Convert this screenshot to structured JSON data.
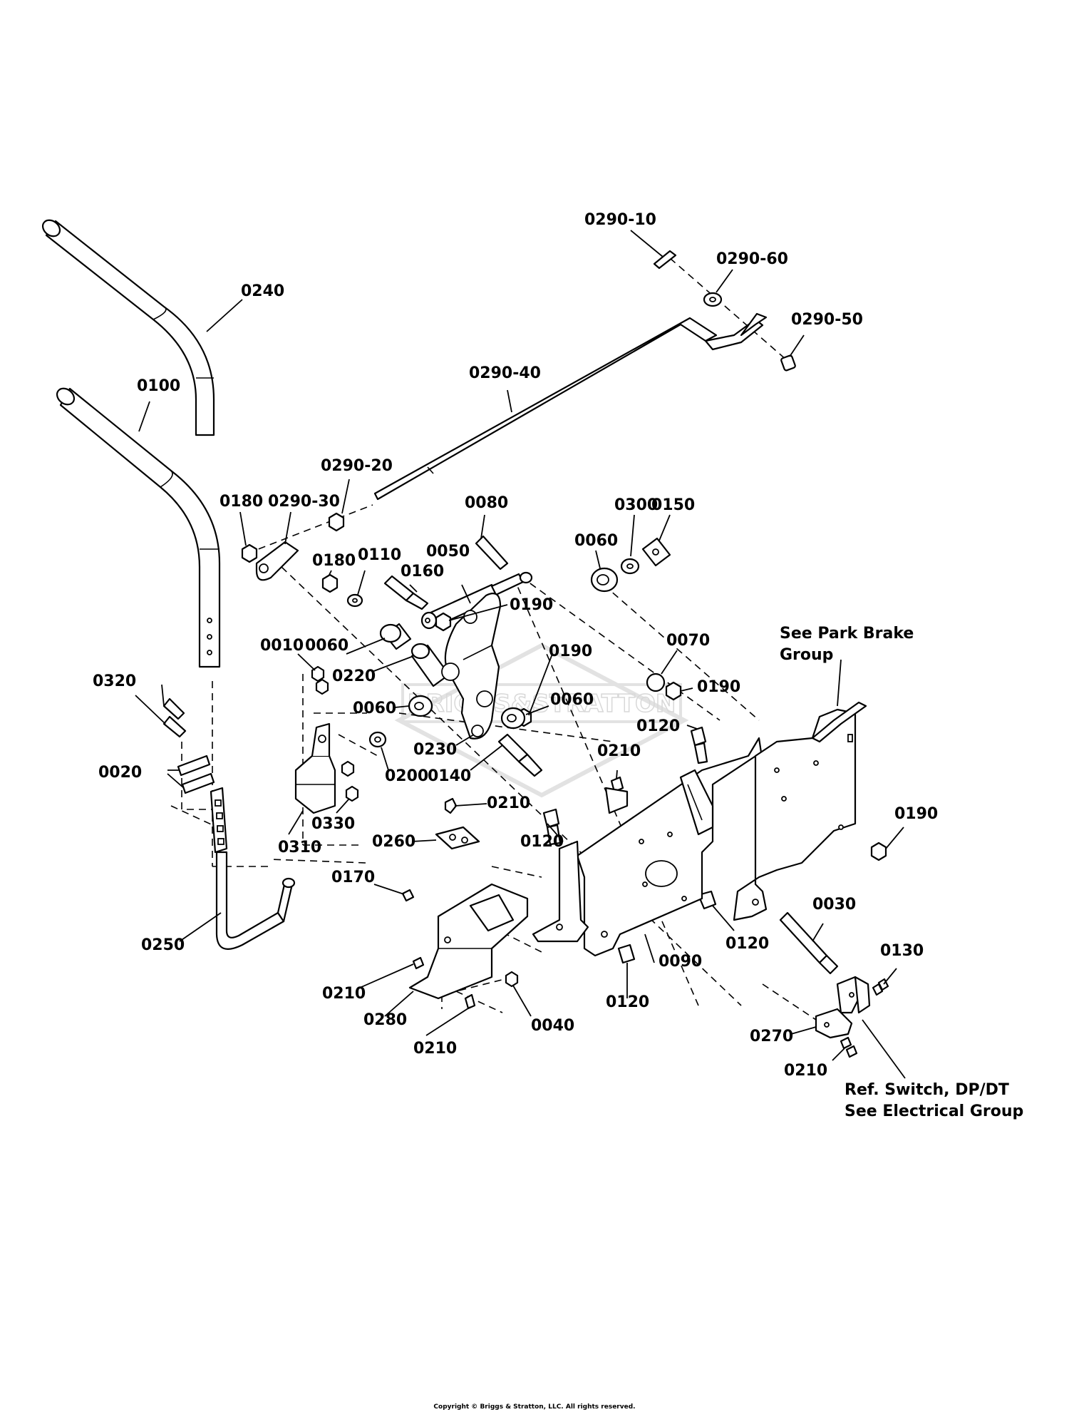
{
  "callouts": {
    "c0290_10": "0290-10",
    "c0290_60": "0290-60",
    "c0290_50": "0290-50",
    "c0290_40": "0290-40",
    "c0240": "0240",
    "c0100": "0100",
    "c0290_20": "0290-20",
    "c0180_a": "0180",
    "c0290_30": "0290-30",
    "c0080": "0080",
    "c0300": "0300",
    "c0150": "0150",
    "c0060_a": "0060",
    "c0180_b": "0180",
    "c0110": "0110",
    "c0050": "0050",
    "c0160": "0160",
    "c0190_a": "0190",
    "c0010": "0010",
    "c0060_b": "0060",
    "c0320": "0320",
    "c0220": "0220",
    "c0190_b": "0190",
    "c0070": "0070",
    "c0190_c": "0190",
    "c0060_c": "0060",
    "c0060_d": "0060",
    "c0120_a": "0120",
    "c0230": "0230",
    "c0020": "0020",
    "c0200": "0200",
    "c0140": "0140",
    "c0210_a": "0210",
    "c0330": "0330",
    "c0310": "0310",
    "c0210_b": "0210",
    "c0260": "0260",
    "c0120_b": "0120",
    "c0190_d": "0190",
    "c0170": "0170",
    "c0030": "0030",
    "c0250": "0250",
    "c0120_c": "0120",
    "c0090": "0090",
    "c0130": "0130",
    "c0210_c": "0210",
    "c0280": "0280",
    "c0120_d": "0120",
    "c0040": "0040",
    "c0270": "0270",
    "c0210_d": "0210",
    "c0210_e": "0210"
  },
  "notes": {
    "park_brake_line1": "See Park Brake",
    "park_brake_line2": "Group",
    "switch_line1": "Ref. Switch, DP/DT",
    "switch_line2": "See Electrical Group"
  },
  "watermark": "BRIGGS&STRATTON",
  "copyright": "Copyright © Briggs & Stratton, LLC. All rights reserved."
}
